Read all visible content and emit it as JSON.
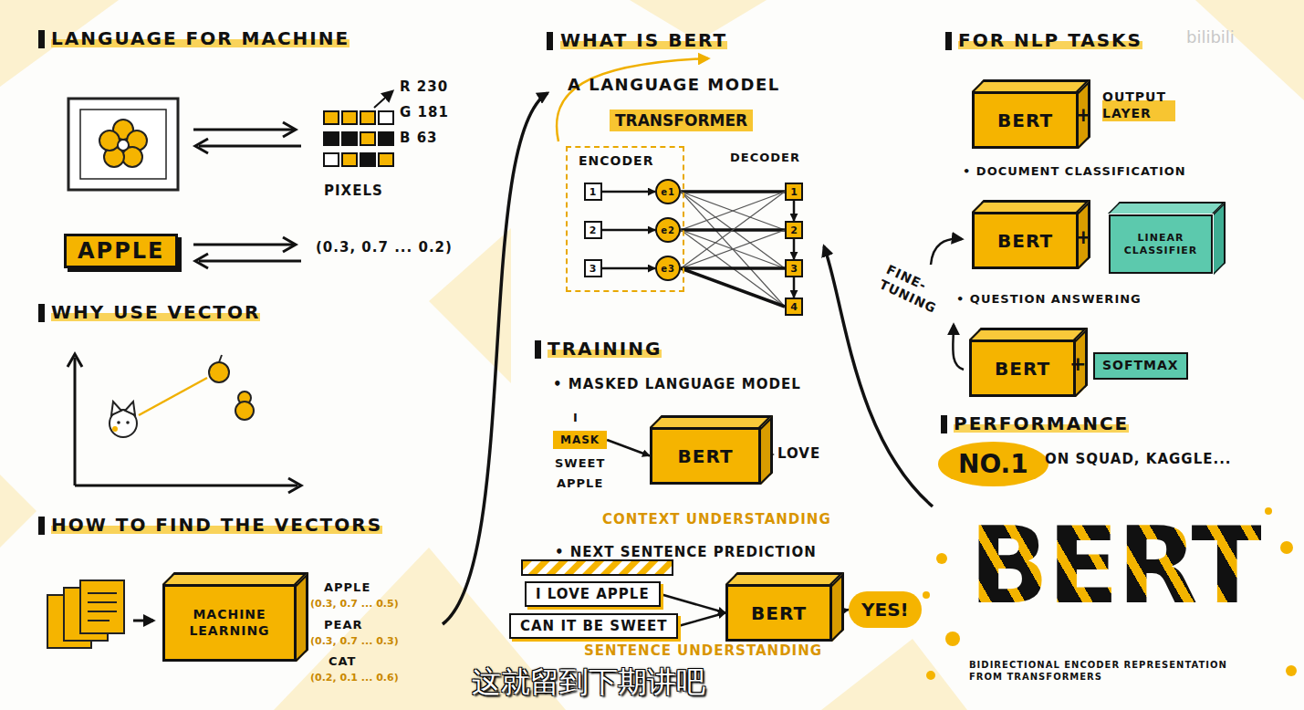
{
  "diagram": {
    "caption": "这就留到下期讲吧",
    "nodes": [
      {
        "text": [
          "APPLE"
        ]
      },
      {
        "text": [
          "MACHINE LEARNING"
        ]
      },
      {
        "text": [
          "ENCODER"
        ]
      },
      {
        "text": [
          "1"
        ],
        "in": 2
      },
      {
        "text": [
          "2"
        ],
        "in": 2
      },
      {
        "text": [
          "3"
        ],
        "in": 2
      },
      {
        "text": [
          "e1"
        ],
        "in": 2
      },
      {
        "text": [
          "e2"
        ],
        "in": 2
      },
      {
        "text": [
          "e3"
        ],
        "in": 2
      },
      {
        "text": [
          "1"
        ]
      },
      {
        "text": [
          "2"
        ]
      },
      {
        "text": [
          "3"
        ]
      },
      {
        "text": [
          "4"
        ]
      },
      {
        "text": [
          "MASK"
        ]
      },
      {
        "text": [
          "BERT"
        ]
      },
      {
        "text": [
          "I LOVE APPLE"
        ]
      },
      {
        "text": [
          "CAN IT BE SWEET"
        ]
      },
      {
        "text": [
          "BERT"
        ]
      },
      {
        "text": [
          "YES!"
        ]
      },
      {
        "text": [
          "BERT"
        ]
      },
      {
        "text": [
          "BERT"
        ]
      },
      {
        "text": [
          "LINEAR CLASSIFIER"
        ]
      },
      {
        "text": [
          "BERT"
        ]
      },
      {
        "text": [
          "SOFTMAX"
        ]
      },
      {
        "text": [
          "NO.1"
        ]
      }
    ],
    "edges": [
      {
        "from": 3,
        "to": 6,
        "arrow": "to"
      },
      {
        "from": 4,
        "to": 7,
        "arrow": "to"
      },
      {
        "from": 5,
        "to": 8,
        "arrow": "to"
      },
      {
        "from": 6,
        "to": 9,
        "arrow": "none"
      },
      {
        "from": 6,
        "to": 10,
        "arrow": "none"
      },
      {
        "from": 6,
        "to": 11,
        "arrow": "none"
      },
      {
        "from": 6,
        "to": 12,
        "arrow": "none"
      },
      {
        "from": 7,
        "to": 9,
        "arrow": "none"
      },
      {
        "from": 7,
        "to": 10,
        "arrow": "none"
      },
      {
        "from": 7,
        "to": 11,
        "arrow": "none"
      },
      {
        "from": 7,
        "to": 12,
        "arrow": "none"
      },
      {
        "from": 8,
        "to": 9,
        "arrow": "none"
      },
      {
        "from": 8,
        "to": 10,
        "arrow": "none"
      },
      {
        "from": 8,
        "to": 11,
        "arrow": "none"
      },
      {
        "from": 8,
        "to": 12,
        "arrow": "none"
      },
      {
        "from": 9,
        "to": 10,
        "arrow": "to"
      },
      {
        "from": 10,
        "to": 11,
        "arrow": "to"
      },
      {
        "from": 11,
        "to": 12,
        "arrow": "to"
      },
      {
        "from": 13,
        "to": 14,
        "arrow": "to"
      },
      {
        "from": 15,
        "to": 17,
        "arrow": "to"
      },
      {
        "from": 16,
        "to": 17,
        "arrow": "to"
      },
      {
        "from": 17,
        "to": 18,
        "arrow": "to"
      }
    ],
    "labels": [
      "LANGUAGE FOR MACHINE",
      "R 230",
      "G 181",
      "B 63",
      "PIXELS",
      "(0.3, 0.7 ... 0.2)",
      "WHY USE VECTOR",
      "HOW TO FIND THE VECTORS",
      "APPLE",
      "(0.3, 0.7 ... 0.5)",
      "PEAR",
      "(0.3, 0.7 ... 0.3)",
      "CAT",
      "(0.2, 0.1 ... 0.6)",
      "WHAT IS BERT",
      "A LANGUAGE MODEL",
      "TRANSFORMER",
      "DECODER",
      "TRAINING",
      "• MASKED LANGUAGE MODEL",
      "I",
      "SWEET",
      "APPLE",
      "LOVE",
      "CONTEXT UNDERSTANDING",
      "• NEXT SENTENCE PREDICTION",
      "SENTENCE UNDERSTANDING",
      "FOR NLP TASKS",
      "bilibili",
      "+",
      "OUTPUT LAYER",
      "• DOCUMENT CLASSIFICATION",
      "+",
      "FINE-TUNING",
      "• QUESTION ANSWERING",
      "+",
      "PERFORMANCE",
      "ON SQUAD, KAGGLE...",
      "BERT",
      "BIDIRECTIONAL ENCODER REPRESENTATION FROM TRANSFORMERS"
    ]
  }
}
